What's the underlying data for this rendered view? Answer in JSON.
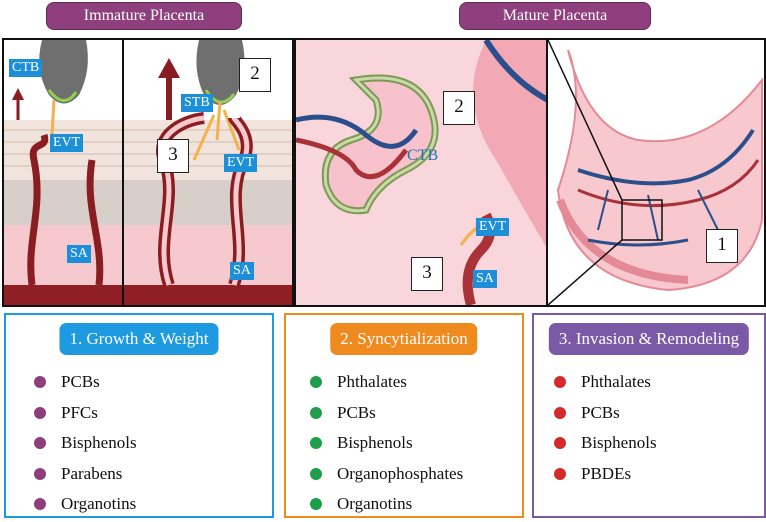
{
  "headers": {
    "immature": "Immature Placenta",
    "mature": "Mature Placenta"
  },
  "labels": {
    "panel1": {
      "ctb": "CTB",
      "evt": "EVT",
      "sa": "SA"
    },
    "panel2": {
      "stb": "STB",
      "evt": "EVT",
      "sa": "SA",
      "num_2": "2",
      "num_3": "3"
    },
    "panel3": {
      "ctb": "CTB",
      "evt": "EVT",
      "sa": "SA",
      "num_2": "2",
      "num_3": "3"
    },
    "panel4": {
      "num_1": "1"
    }
  },
  "boxes": [
    {
      "title": "1. Growth & Weight",
      "color": "#1e9ae0",
      "dot_color": "#8e3f7b",
      "items": [
        "PCBs",
        "PFCs",
        "Bisphenols",
        "Parabens",
        "Organotins"
      ]
    },
    {
      "title": "2. Syncytialization",
      "color": "#ef8a1e",
      "dot_color": "#1e9e4a",
      "items": [
        "Phthalates",
        "PCBs",
        "Bisphenols",
        "Organophosphates",
        "Organotins"
      ]
    },
    {
      "title": "3. Invasion & Remodeling",
      "color": "#7a5aa6",
      "dot_color": "#d42a2a",
      "items": [
        "Phthalates",
        "PCBs",
        "Bisphenols",
        "PBDEs"
      ]
    }
  ]
}
